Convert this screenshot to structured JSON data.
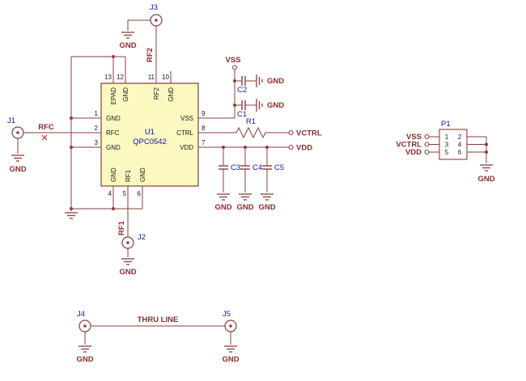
{
  "colors": {
    "wire": "#8B3E3E",
    "net_label": "#8A2D2D",
    "designator": "#1414B4",
    "pin_text": "#1A1A1A",
    "ic_fill": "#FBF8C0",
    "ic_border": "#8B3E3E",
    "background": "#FFFFFF"
  },
  "ic": {
    "ref": "U1",
    "part": "QPC0542",
    "left_pins": [
      {
        "num": "1",
        "name": "GND"
      },
      {
        "num": "2",
        "name": "RFC"
      },
      {
        "num": "3",
        "name": "GND"
      }
    ],
    "right_pins": [
      {
        "num": "9",
        "name": "VSS"
      },
      {
        "num": "8",
        "name": "CTRL"
      },
      {
        "num": "7",
        "name": "VDD"
      }
    ],
    "top_pins": [
      {
        "num": "13",
        "name": "EPAD"
      },
      {
        "num": "12",
        "name": "GND"
      },
      {
        "num": "11",
        "name": "RF2"
      },
      {
        "num": "10",
        "name": "GND"
      }
    ],
    "bottom_pins": [
      {
        "num": "4",
        "name": "GND"
      },
      {
        "num": "5",
        "name": "RF1"
      },
      {
        "num": "6",
        "name": "GND"
      }
    ]
  },
  "connectors": {
    "j1": "J1",
    "j2": "J2",
    "j3": "J3",
    "j4": "J4",
    "j5": "J5"
  },
  "capacitors": {
    "c1": "C1",
    "c2": "C2",
    "c3": "C3",
    "c4": "C4",
    "c5": "C5"
  },
  "resistor": {
    "ref": "R1"
  },
  "header": {
    "ref": "P1",
    "rows": [
      [
        "1",
        "2"
      ],
      [
        "3",
        "4"
      ],
      [
        "5",
        "6"
      ]
    ],
    "left_labels": [
      "VSS",
      "VCTRL",
      "VDD"
    ]
  },
  "nets": {
    "gnd": "GND",
    "rfc": "RFC",
    "rf1": "RF1",
    "rf2": "RF2",
    "vss": "VSS",
    "vdd": "VDD",
    "vctrl": "VCTRL",
    "thru": "THRU LINE"
  }
}
